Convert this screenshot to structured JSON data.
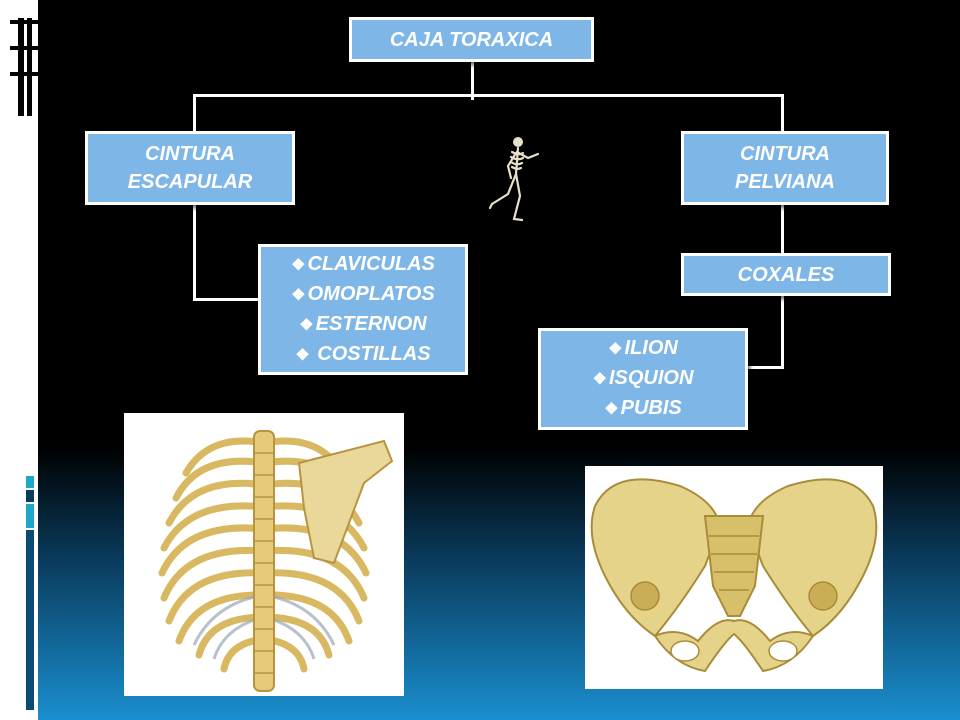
{
  "root": {
    "label": "CAJA TORAXICA"
  },
  "left_branch": {
    "label_lines": [
      "CINTURA",
      "ESCAPULAR"
    ],
    "items": [
      "CLAVICULAS",
      "OMOPLATOS",
      "ESTERNON",
      " COSTILLAS"
    ]
  },
  "right_branch": {
    "label_lines": [
      "CINTURA",
      "PELVIANA"
    ],
    "sub": {
      "label": "COXALES"
    },
    "items": [
      "ILION",
      "ISQUION",
      "PUBIS"
    ]
  },
  "bullet_glyph": "❖",
  "colors": {
    "box_fill": "#7fb6e8",
    "box_border": "#ffffff",
    "background_top": "#000000",
    "background_bottom": "#1a8fcf",
    "bone": "#e6d38a"
  },
  "icons": [
    "running-skeleton-icon",
    "rib-cage-illustration",
    "pelvis-illustration"
  ]
}
